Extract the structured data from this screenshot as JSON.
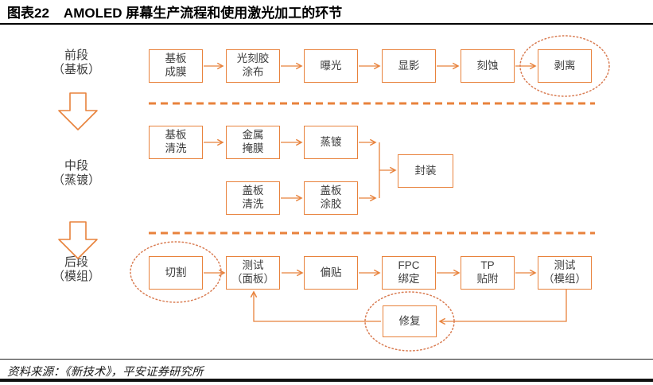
{
  "header": {
    "label": "图表22",
    "title": "AMOLED 屏幕生产流程和使用激光加工的环节"
  },
  "stages": [
    "前段\n（基板）",
    "中段\n（蒸镀）",
    "后段\n（模组）"
  ],
  "flow": {
    "front": {
      "steps": [
        "基板\n成膜",
        "光刻胶\n涂布",
        "曝光",
        "显影",
        "刻蚀",
        "剥离"
      ]
    },
    "middle": {
      "top_steps": [
        "基板\n清洗",
        "金属\n掩膜",
        "蒸镀"
      ],
      "bottom_steps": [
        "盖板\n清洗",
        "盖板\n涂胶"
      ],
      "merge_step": "封装"
    },
    "back": {
      "steps": [
        "切割",
        "测试\n（面板）",
        "偏贴",
        "FPC\n绑定",
        "TP\n贴附",
        "测试\n（模组）"
      ],
      "repair_step": "修复"
    }
  },
  "footer": {
    "source": "资料来源：《新技术》，平安证券研究所"
  },
  "colors": {
    "accent_orange": "#E8823C",
    "ellipse_orange": "#D97C52",
    "text_dark": "#3D3D3D"
  }
}
